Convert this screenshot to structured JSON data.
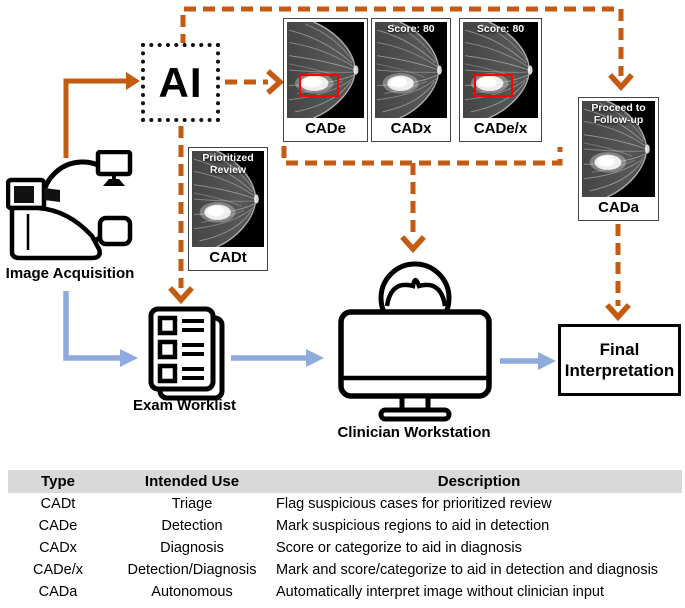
{
  "diagram": {
    "ai_label": "AI",
    "nodes": {
      "image_acquisition": "Image Acquisition",
      "exam_worklist": "Exam Worklist",
      "clinician_workstation": "Clinician Workstation",
      "final_interpretation": "Final Interpretation"
    },
    "cards": {
      "cade": {
        "label": "CADe",
        "overlay": ""
      },
      "cadx": {
        "label": "CADx",
        "overlay": "Score: 80"
      },
      "cadex": {
        "label": "CADe/x",
        "overlay": "Score: 80"
      },
      "cadt": {
        "label": "CADt",
        "overlay": "Prioritized Review"
      },
      "cada": {
        "label": "CADa",
        "overlay": "Proceed to Follow-up"
      }
    },
    "icons": {
      "c_arm_scanner": "c-arm-scanner-icon",
      "worklist": "checklist-document-icon",
      "workstation": "person-at-monitor-icon",
      "mammogram": "mammogram-image",
      "lesion_marker": "red-lesion-box"
    },
    "colors": {
      "orange": "#C55A11",
      "blue": "#8FAADC",
      "table_header_bg": "#D9D9D9",
      "red_box": "#FF0000"
    }
  },
  "table": {
    "headers": [
      "Type",
      "Intended Use",
      "Description"
    ],
    "rows": [
      [
        "CADt",
        "Triage",
        "Flag suspicious cases for prioritized review"
      ],
      [
        "CADe",
        "Detection",
        "Mark suspicious regions to aid in detection"
      ],
      [
        "CADx",
        "Diagnosis",
        "Score or categorize to aid in diagnosis"
      ],
      [
        "CADe/x",
        "Detection/Diagnosis",
        "Mark and score/categorize to aid in detection and diagnosis"
      ],
      [
        "CADa",
        "Autonomous",
        "Automatically interpret image without clinician input"
      ]
    ]
  }
}
